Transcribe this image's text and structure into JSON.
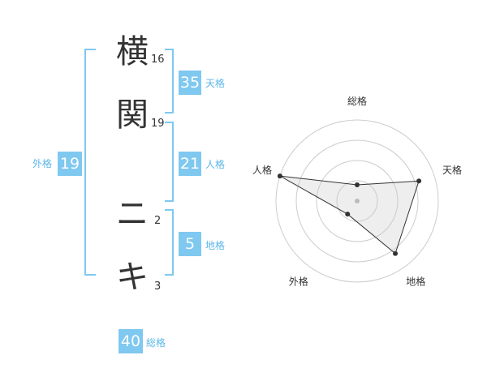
{
  "characters": [
    {
      "char": "横",
      "strokes": "16"
    },
    {
      "char": "関",
      "strokes": "19"
    },
    {
      "char": "ニ",
      "strokes": "2"
    },
    {
      "char": "キ",
      "strokes": "3"
    }
  ],
  "fortunes": {
    "tenkaku": {
      "label": "天格",
      "value": "35"
    },
    "jinkaku": {
      "label": "人格",
      "value": "21"
    },
    "chikaku": {
      "label": "地格",
      "value": "5"
    },
    "gaikaku": {
      "label": "外格",
      "value": "19"
    },
    "soukaku": {
      "label": "総格",
      "value": "40"
    }
  },
  "colors": {
    "accent": "#7fc8f0",
    "label": "#5bb7ea",
    "text": "#333333"
  },
  "chart_data": {
    "type": "radar",
    "axes": [
      "総格",
      "天格",
      "地格",
      "外格",
      "人格"
    ],
    "values": [
      0.2,
      0.8,
      0.8,
      0.2,
      1.0
    ],
    "range": [
      0,
      1
    ],
    "rings": 4,
    "grid": true
  }
}
